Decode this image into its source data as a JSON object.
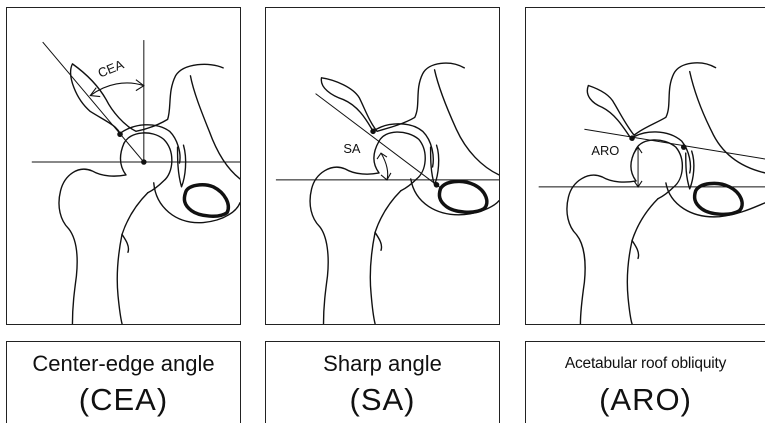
{
  "panels": [
    {
      "angle_label": "CEA",
      "caption_name": "Center-edge angle",
      "caption_abbr": "(CEA)"
    },
    {
      "angle_label": "SA",
      "caption_name": "Sharp angle",
      "caption_abbr": "(SA)"
    },
    {
      "angle_label": "ARO",
      "caption_name": "Acetabular roof obliquity",
      "caption_abbr": "(ARO)"
    }
  ],
  "colors": {
    "line": "#111111",
    "background": "#ffffff",
    "border": "#222222"
  }
}
